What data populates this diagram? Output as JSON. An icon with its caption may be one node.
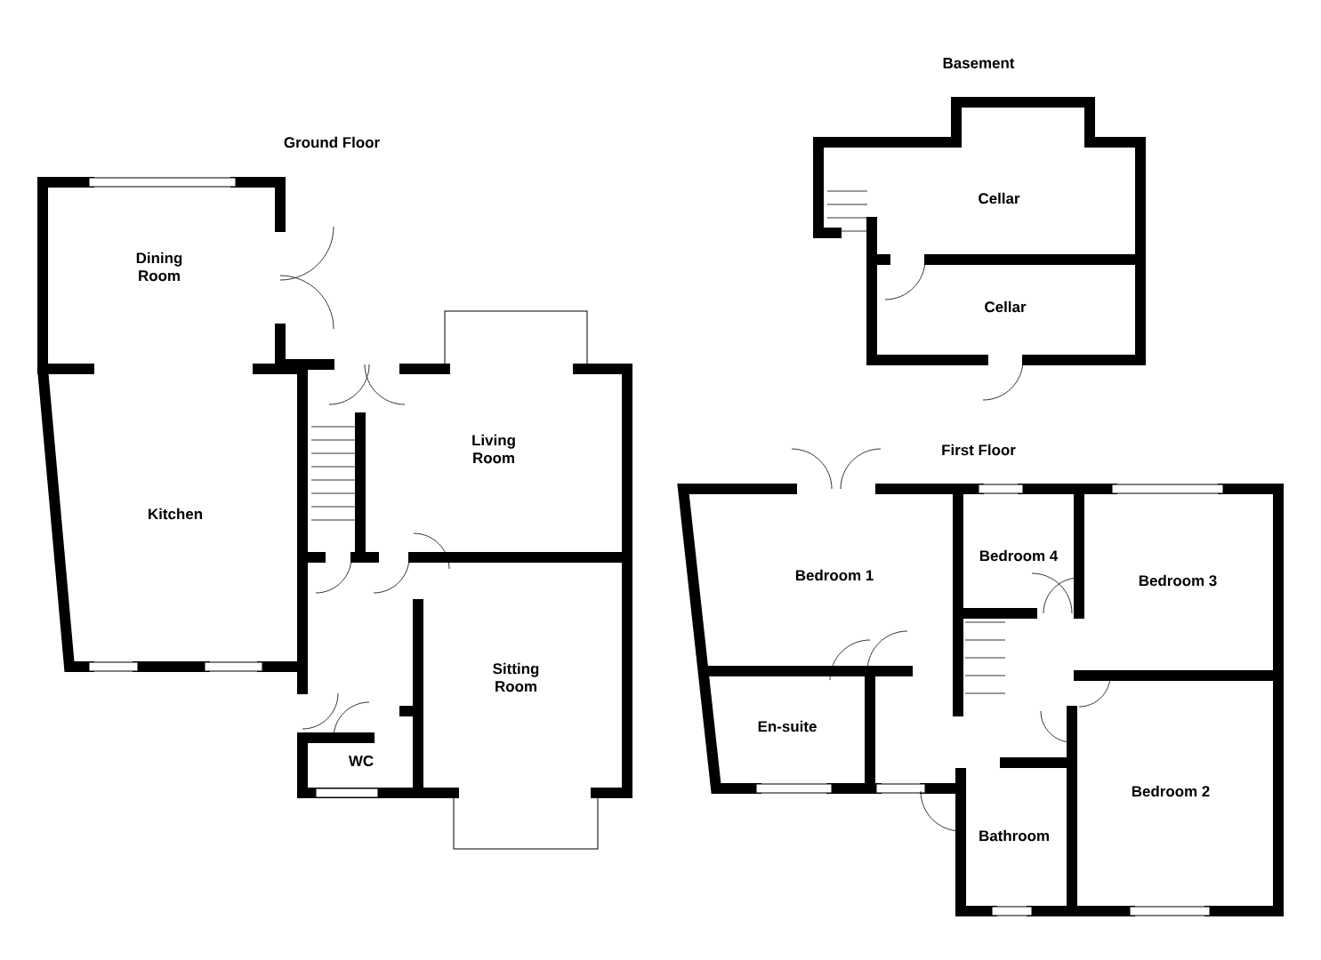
{
  "diagram": {
    "labels": [
      "Basement",
      "Ground Floor",
      "Cellar",
      "Dining Room",
      "Cellar",
      "Living Room",
      "First Floor",
      "Kitchen",
      "Bedroom 4",
      "Bedroom 1",
      "Bedroom 3",
      "Sitting Room",
      "En-suite",
      "WC",
      "Bedroom 2",
      "Bathroom"
    ]
  }
}
